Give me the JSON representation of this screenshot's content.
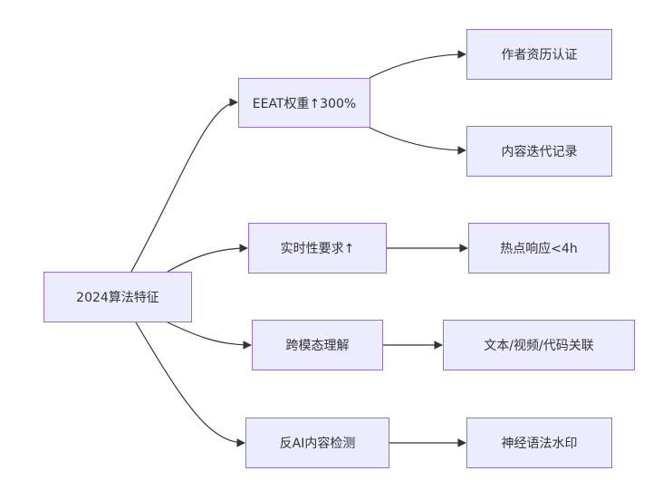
{
  "diagram": {
    "nodes": {
      "root": "2024算法特征",
      "eeat": "EEAT权重↑300%",
      "author": "作者资历认证",
      "iteration": "内容迭代记录",
      "realtime": "实时性要求↑",
      "hotspot": "热点响应<4h",
      "crossmodal": "跨模态理解",
      "textvideo": "文本/视频/代码关联",
      "antiai": "反AI内容检测",
      "watermark": "神经语法水印"
    },
    "edges": [
      [
        "root",
        "eeat"
      ],
      [
        "root",
        "realtime"
      ],
      [
        "root",
        "crossmodal"
      ],
      [
        "root",
        "antiai"
      ],
      [
        "eeat",
        "author"
      ],
      [
        "eeat",
        "iteration"
      ],
      [
        "realtime",
        "hotspot"
      ],
      [
        "crossmodal",
        "textvideo"
      ],
      [
        "antiai",
        "watermark"
      ]
    ],
    "colors": {
      "node_fill": "#ECECFF",
      "node_border": "#9370DB",
      "edge": "#333333"
    }
  }
}
